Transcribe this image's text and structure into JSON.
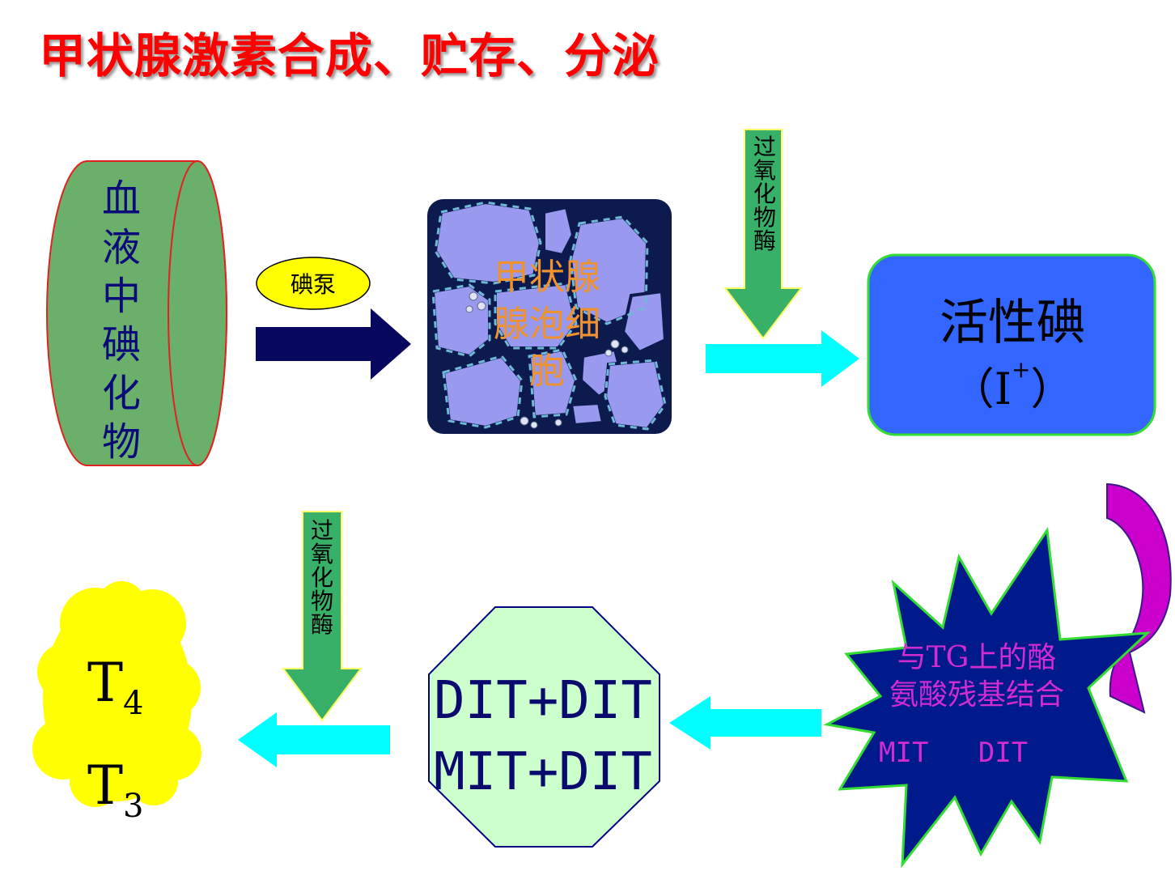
{
  "title": "甲状腺激素合成、贮存、分泌",
  "blood_container": {
    "label_chars": [
      "血",
      "液",
      "中",
      "碘",
      "化",
      "物"
    ]
  },
  "iodine_pump": {
    "label": "碘泵"
  },
  "follicle_cell": {
    "label_lines": [
      "甲状腺",
      "腺泡细",
      "胞"
    ]
  },
  "enzyme_top": {
    "label_chars": [
      "过",
      "氧",
      "化",
      "物",
      "酶"
    ]
  },
  "enzyme_bottom": {
    "label_chars": [
      "过",
      "氧",
      "化",
      "物",
      "酶"
    ]
  },
  "active_iodine": {
    "title": "活性碘",
    "sub_prefix": "（I",
    "sub_sup": "+",
    "sub_suffix": "）"
  },
  "tg_binding": {
    "lines": [
      "与TG上的酪",
      "氨酸残基结合"
    ],
    "products": "MIT   DIT"
  },
  "coupling": {
    "lines": [
      "DIT+DIT",
      "MIT+DIT"
    ]
  },
  "hormones": {
    "t4_base": "T",
    "t4_sub": "4",
    "t3_base": "T",
    "t3_sub": "3"
  },
  "colors": {
    "title": "#ff0000",
    "cylinder_fill": "#6ab06a",
    "cylinder_border": "#e0231e",
    "pump_fill": "#ffff00",
    "navy_arrow": "#07075e",
    "cyan_arrow": "#00ffff",
    "enzyme_arrow": "#38b068",
    "active_box_fill": "#3366ff",
    "active_box_border": "#33dd33",
    "star_fill": "#001a8c",
    "star_border": "#33dd33",
    "curved_arrow": "#cc00cc",
    "octagon_fill": "#ccffcc",
    "cloud_fill": "#ffff00",
    "cell_fill": "#9999f0"
  }
}
